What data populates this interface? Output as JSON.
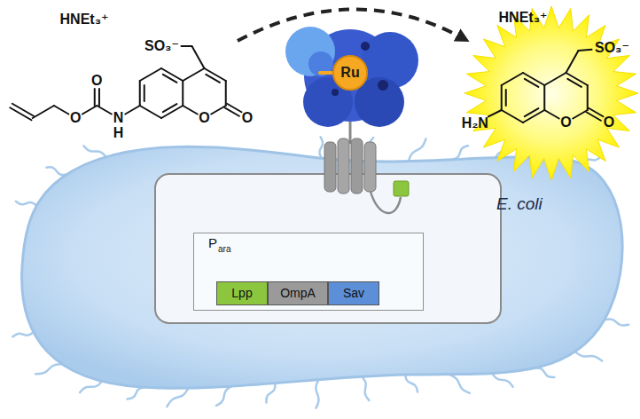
{
  "diagram": {
    "nodes": [
      {
        "text": [
          "E. coli"
        ]
      },
      {
        "text": [
          "P",
          "ara"
        ],
        "in": 0
      },
      {
        "text": [
          "Lpp"
        ],
        "in": 1
      },
      {
        "text": [
          "OmpA"
        ],
        "in": 1
      },
      {
        "text": [
          "Sav"
        ],
        "in": 1
      },
      {
        "text": [
          "Ru"
        ]
      }
    ],
    "labels": [
      "HNEt₃⁺",
      "SO₃⁻",
      "O",
      "O",
      "N",
      "H",
      "O",
      "O",
      "HNEt₃⁺",
      "SO₃⁻",
      "H₂N",
      "O",
      "O"
    ]
  }
}
